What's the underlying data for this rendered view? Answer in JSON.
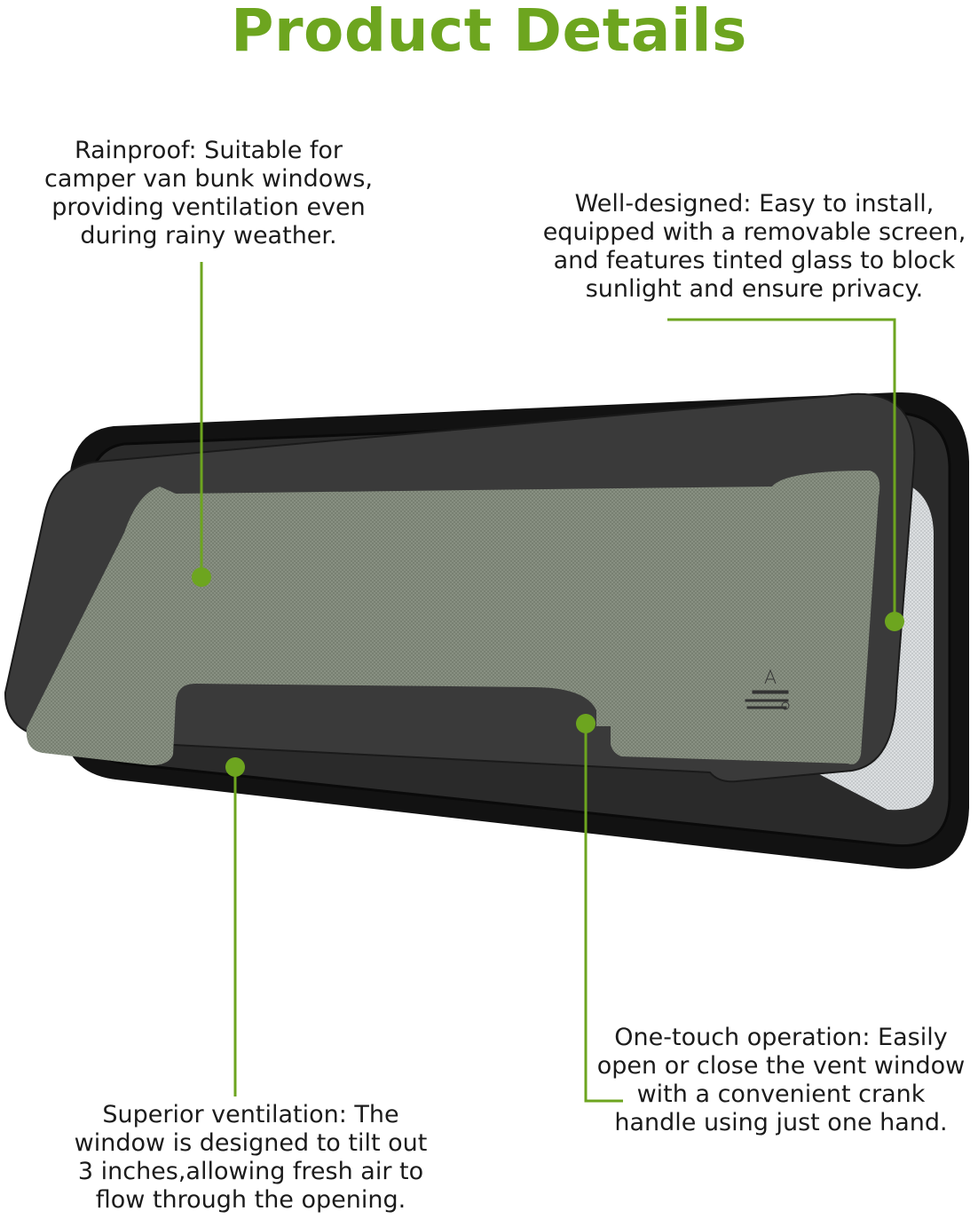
{
  "title": "Product Details",
  "accent_color": "#6da51f",
  "callouts": {
    "rainproof": "Rainproof: Suitable for\ncamper van bunk windows,\nproviding ventilation even\nduring rainy weather.",
    "well_designed": "Well-designed: Easy to install,\nequipped with a removable screen,\nand features tinted glass to block\nsunlight and ensure privacy.",
    "one_touch": "One-touch operation: Easily\nopen or close the vent window\nwith a convenient crank\nhandle using just one hand.",
    "ventilation": "Superior ventilation: The\nwindow is designed to tilt out\n3 inches,allowing fresh air to\nflow through the opening."
  }
}
